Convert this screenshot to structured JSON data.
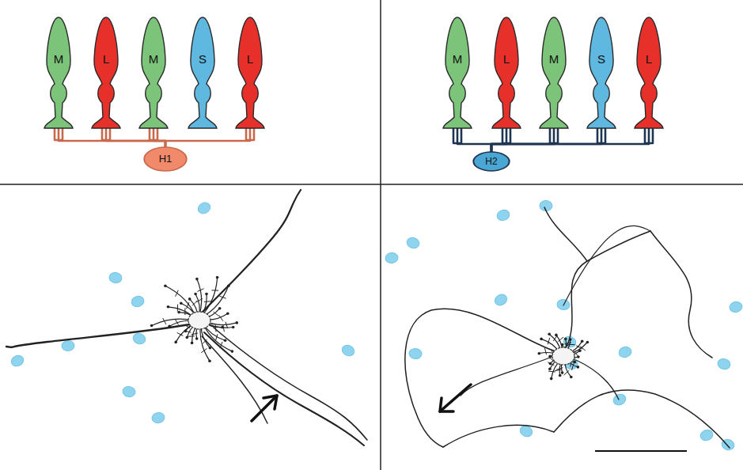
{
  "diagram": {
    "nodes": [
      {
        "text": [
          "M"
        ]
      },
      {
        "text": [
          "L"
        ]
      },
      {
        "text": [
          "M"
        ]
      },
      {
        "text": [
          "S"
        ]
      },
      {
        "text": [
          "L"
        ]
      },
      {
        "text": [
          "H1"
        ]
      },
      {
        "text": [
          "M"
        ]
      },
      {
        "text": [
          "L"
        ]
      },
      {
        "text": [
          "M"
        ]
      },
      {
        "text": [
          "S"
        ]
      },
      {
        "text": [
          "L"
        ]
      },
      {
        "text": [
          "H2"
        ]
      }
    ],
    "edges": [
      {
        "from": 5,
        "to": 0,
        "arrow": "none"
      },
      {
        "from": 5,
        "to": 1,
        "arrow": "none"
      },
      {
        "from": 5,
        "to": 2,
        "arrow": "none"
      },
      {
        "from": 5,
        "to": 4,
        "arrow": "none"
      },
      {
        "from": 11,
        "to": 6,
        "arrow": "none"
      },
      {
        "from": 11,
        "to": 7,
        "arrow": "none"
      },
      {
        "from": 11,
        "to": 8,
        "arrow": "none"
      },
      {
        "from": 11,
        "to": 9,
        "arrow": "none"
      },
      {
        "from": 11,
        "to": 10,
        "arrow": "none"
      }
    ]
  }
}
